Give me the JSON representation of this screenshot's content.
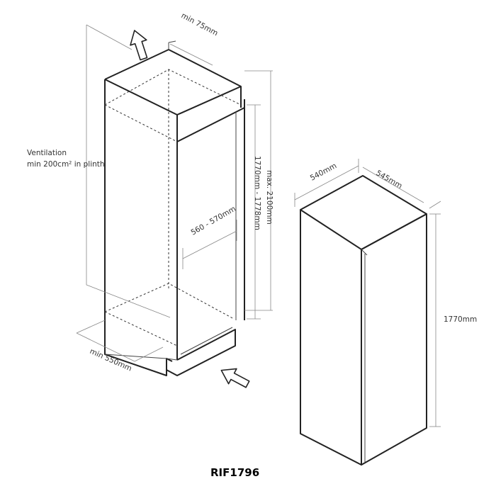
{
  "ventilation": {
    "line1": "Ventilation",
    "line2": "min 200cm² in plinth"
  },
  "niche": {
    "top_gap": "min 75mm",
    "depth": "min 550mm",
    "width": "560 - 570mm",
    "height": "1770mm - 1778mm",
    "max_height": "max. 2100mm"
  },
  "appliance": {
    "width": "540mm",
    "depth": "545mm",
    "height": "1770mm"
  },
  "model": "RIF1796",
  "icons": {
    "airflow_out": "arrow-up-icon",
    "airflow_in": "arrow-in-icon"
  }
}
